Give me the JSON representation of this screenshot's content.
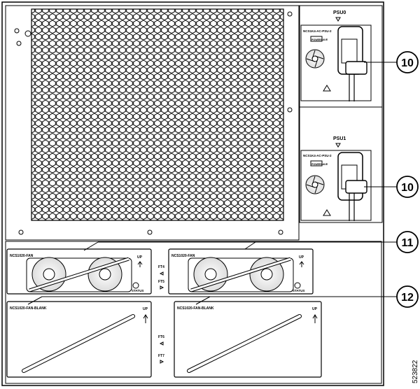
{
  "psu_labels": [
    "PSU0",
    "PSU1"
  ],
  "psu_model": "NCS1K4-AC-PSU-2",
  "psu_badge": "POWERSAVE",
  "fans": [
    {
      "model": "NCS1020-FAN",
      "up_label": "UP",
      "status_label": "STATUS"
    },
    {
      "model": "NCS1020-FAN",
      "up_label": "UP",
      "status_label": "STATUS"
    }
  ],
  "blanks": [
    {
      "model": "NCS1020-FAN-BLANK",
      "up_label": "UP"
    },
    {
      "model": "NCS1020-FAN-BLANK",
      "up_label": "UP"
    }
  ],
  "fan_tray_labels": [
    "FT4",
    "FT5",
    "FT6",
    "FT7"
  ],
  "callouts": [
    "10",
    "10",
    "11",
    "12"
  ],
  "figure_id": "523822"
}
